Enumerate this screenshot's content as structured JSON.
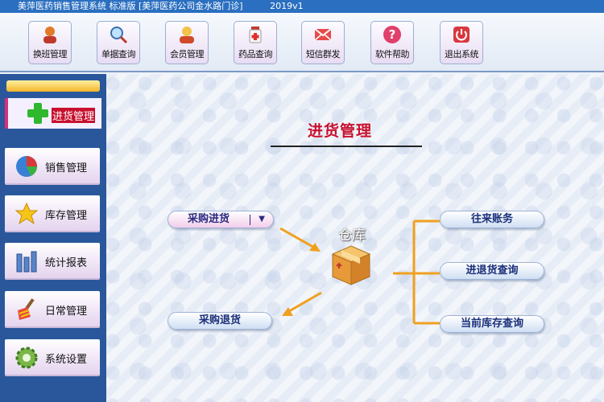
{
  "app": {
    "title": "美萍医药销售管理系统 标准版 [美萍医药公司金水路门诊]",
    "version": "2019v1"
  },
  "toolbar": {
    "buttons": [
      {
        "label": "换班管理",
        "icon": "shift-change-icon"
      },
      {
        "label": "单据查询",
        "icon": "magnifier-icon"
      },
      {
        "label": "会员管理",
        "icon": "member-icon"
      },
      {
        "label": "药品查询",
        "icon": "medicine-bottle-icon"
      },
      {
        "label": "短信群发",
        "icon": "envelope-icon"
      },
      {
        "label": "软件帮助",
        "icon": "help-icon"
      },
      {
        "label": "退出系统",
        "icon": "power-icon"
      }
    ]
  },
  "sidebar": {
    "active": {
      "label": "进货管理",
      "icon": "green-plus-icon"
    },
    "items": [
      {
        "label": "销售管理",
        "icon": "pie-chart-icon"
      },
      {
        "label": "库存管理",
        "icon": "star-icon"
      },
      {
        "label": "统计报表",
        "icon": "bar-chart-icon"
      },
      {
        "label": "日常管理",
        "icon": "broom-icon"
      },
      {
        "label": "系统设置",
        "icon": "gear-icon"
      }
    ]
  },
  "main": {
    "heading": "进货管理",
    "center_label": "仓库",
    "left_actions": {
      "purchase_in": "采购进货",
      "purchase_return": "采购退货"
    },
    "right_actions": [
      "往来账务",
      "进退货查询",
      "当前库存查询"
    ]
  },
  "colors": {
    "accent_red": "#c8102e",
    "sidebar_blue": "#2a579b",
    "arrow_orange": "#f0a020"
  }
}
